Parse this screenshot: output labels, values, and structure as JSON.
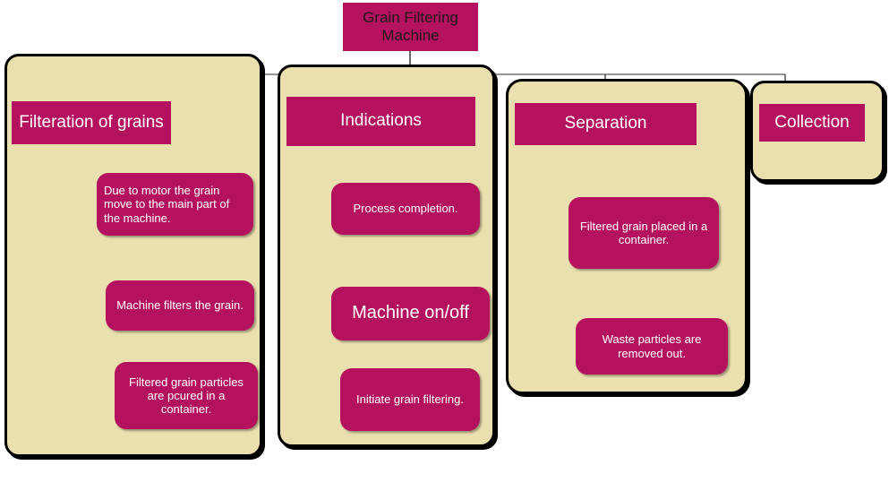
{
  "title": {
    "label": "Grain Filtering Machine"
  },
  "colors": {
    "box_fill": "#B4115F",
    "container_fill": "#EADFAE",
    "outline": "#000000",
    "box_text": "#FFFFFF",
    "title_text": "#1A1A1A"
  },
  "chart_data": {
    "type": "diagram",
    "title": "Grain Filtering Machine",
    "root": "Grain Filtering Machine",
    "branches": [
      {
        "header": "Filteration of grains",
        "children": [
          "Due to motor the grain move to the main part of the machine.",
          "Machine filters the grain.",
          "Filtered grain particles are pcured in a container."
        ]
      },
      {
        "header": "Indications",
        "children": [
          "Process completion.",
          "Machine on/off",
          "Initiate grain filtering."
        ]
      },
      {
        "header": "Separation",
        "children": [
          "Filtered grain placed in a container.",
          "Waste particles are removed out."
        ]
      },
      {
        "header": "Collection",
        "children": []
      }
    ]
  },
  "columns": {
    "filteration": {
      "header": "Filteration of grains",
      "items": [
        {
          "text": "Due to motor the grain move to the main part of the machine."
        },
        {
          "text": "Machine filters the grain."
        },
        {
          "text": "Filtered grain particles are pcured in a container."
        }
      ]
    },
    "indications": {
      "header": "Indications",
      "items": [
        {
          "text": "Process completion."
        },
        {
          "text": "Machine on/off"
        },
        {
          "text": "Initiate grain filtering."
        }
      ]
    },
    "separation": {
      "header": "Separation",
      "items": [
        {
          "text": "Filtered grain placed in a container."
        },
        {
          "text": "Waste particles are removed out."
        }
      ]
    },
    "collection": {
      "header": "Collection",
      "items": []
    }
  }
}
